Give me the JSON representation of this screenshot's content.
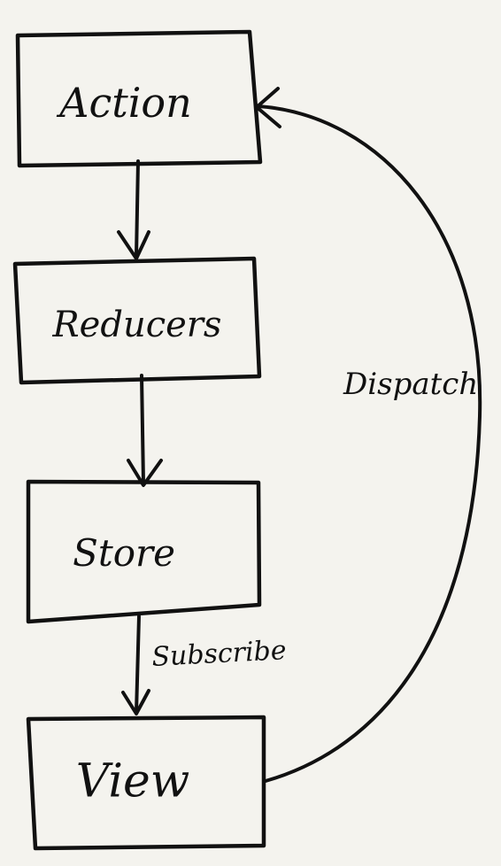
{
  "nodes": {
    "action": "Action",
    "reducers": "Reducers",
    "store": "Store",
    "view": "View"
  },
  "edges": {
    "subscribe": "Subscribe",
    "dispatch": "Dispatch"
  },
  "colors": {
    "ink": "#111111",
    "paper": "#f4f3ee"
  }
}
